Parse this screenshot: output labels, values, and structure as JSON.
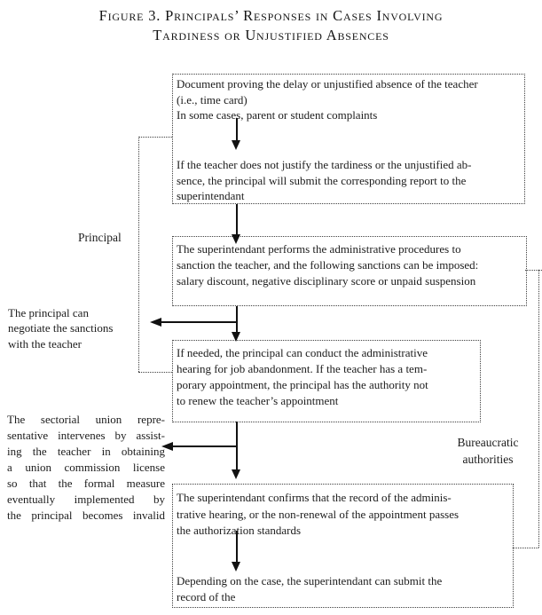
{
  "figure": {
    "title_line1": "Figure 3. Principals’ Responses in Cases Involving",
    "title_line2": "Tardiness or Unjustified Absences"
  },
  "groups": {
    "principal_label": "Principal",
    "bureaucratic_label_line1": "Bureaucratic",
    "bureaucratic_label_line2": "authorities"
  },
  "boxes": {
    "evidence": {
      "lines": [
        "Document proving the delay or unjustified absence of the teacher",
        "(i.e., time card)",
        "In some cases, parent or student complaints"
      ]
    },
    "report": {
      "lines": [
        "If the teacher does not justify the tardiness or the unjustified ab-",
        "sence, the principal will submit the corresponding report to the",
        "superintendant"
      ]
    },
    "sanction": {
      "lines": [
        "The superintendant performs the administrative procedures to",
        "sanction the teacher, and the following sanctions can be imposed:",
        "salary discount, negative disciplinary score or unpaid suspension"
      ]
    },
    "hearing": {
      "lines": [
        "If needed, the principal can conduct the administrative",
        "hearing for job abandonment. If the teacher has a tem-",
        "porary appointment, the principal has the authority not",
        "to renew the teacher’s appointment"
      ]
    },
    "confirm": {
      "lines": [
        "The superintendant confirms that the record of the adminis-",
        "trative hearing, or the non-renewal of the appointment passes",
        "the authorization standards"
      ]
    },
    "submit": {
      "lines": [
        "Depending on the case, the superintendant can submit the",
        "record of the"
      ]
    }
  },
  "side_notes": {
    "negotiate": {
      "lines": [
        "The principal can",
        "negotiate the sanctions",
        "with the teacher"
      ]
    },
    "union": {
      "lines": [
        "The sectorial union repre-",
        "sentative intervenes by assist-",
        "ing the teacher in obtaining",
        "a union commission license",
        "so that the formal measure",
        "eventually implemented by",
        "the principal becomes invalid"
      ]
    }
  },
  "colors": {
    "background": "#ffffff",
    "text": "#1c1c1c",
    "dotted_border": "#3f3f3f",
    "arrow": "#111111"
  }
}
